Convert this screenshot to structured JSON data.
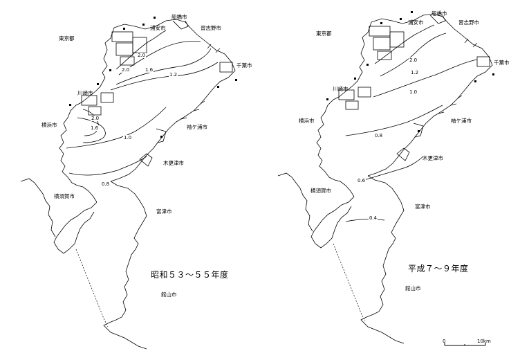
{
  "maps": [
    {
      "period": "昭和５３～５５年度",
      "cities": {
        "tokyo": "東京都",
        "urayasu": "浦安市",
        "funabashi": "船橋市",
        "narashino": "習志野市",
        "chiba": "千葉市",
        "kawasaki": "川崎市",
        "yokohama": "横浜市",
        "sodegaura": "袖ケ浦市",
        "kisarazu": "木更津市",
        "yokosuka": "横須賀市",
        "futtsu": "富津市",
        "tateyama": "館山市"
      },
      "contours": [
        "2.0",
        "2.0",
        "1.6",
        "1.2",
        "2.0",
        "1.6",
        "1.0",
        "0.8"
      ]
    },
    {
      "period": "平成７～９年度",
      "cities": {
        "tokyo": "東京都",
        "urayasu": "浦安市",
        "funabashi": "船橋市",
        "narashino": "習志野市",
        "chiba": "千葉市",
        "kawasaki": "川崎市",
        "yokohama": "横浜市",
        "sodegaura": "袖ケ浦市",
        "kisarazu": "木更津市",
        "yokosuka": "横須賀市",
        "futtsu": "富津市",
        "tateyama": "館山市"
      },
      "contours": [
        "2.0",
        "1.2",
        "1.0",
        "0.8",
        "0.6",
        "0.4"
      ]
    }
  ],
  "scale_bar": {
    "start": "0",
    "end": "10km"
  }
}
